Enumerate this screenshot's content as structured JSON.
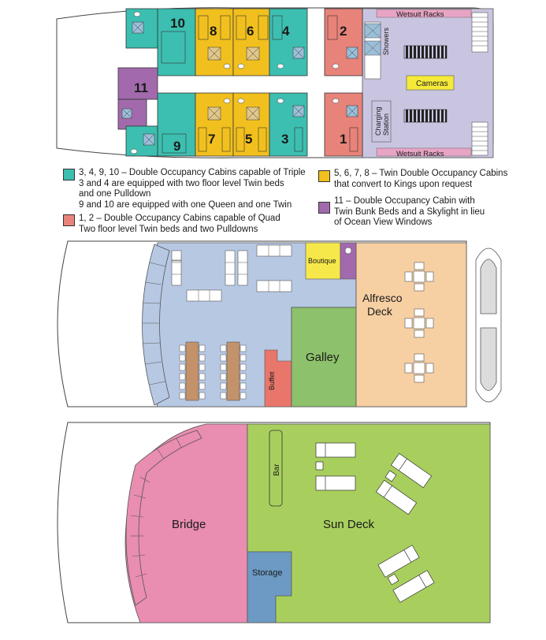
{
  "colors": {
    "teal": "#3cbfb0",
    "yellow": "#f2c01e",
    "coral": "#e8837a",
    "purple": "#a26aad",
    "lavender": "#c9c5e0",
    "light_blue": "#b7c8e3",
    "green": "#8ec16b",
    "peach": "#f6cfa3",
    "pink": "#e98db1",
    "lime": "#a8cf5e",
    "steel_blue": "#6d9ac4",
    "wood": "#c4926a",
    "boutique_yellow": "#f6e84a",
    "buffet_red": "#e8766b"
  },
  "lower_deck": {
    "cabins": {
      "c10": "10",
      "c8": "8",
      "c6": "6",
      "c4": "4",
      "c2": "2",
      "c11": "11",
      "c9": "9",
      "c7": "7",
      "c5": "5",
      "c3": "3",
      "c1": "1"
    },
    "labels": {
      "wetsuit_racks_top": "Wetsuit Racks",
      "wetsuit_racks_bottom": "Wetsuit Racks",
      "showers": "Showers",
      "cameras": "Cameras",
      "charging_station_line1": "Charging",
      "charging_station_line2": "Station"
    }
  },
  "legend": {
    "teal": {
      "line1": "3, 4, 9, 10 – Double Occupancy Cabins capable of  Triple",
      "line2": "3 and 4 are equipped with two floor level Twin beds",
      "line3": "and one Pulldown",
      "line4": "9 and 10 are equipped with one Queen and one Twin"
    },
    "coral": {
      "line1": "1, 2 – Double Occupancy Cabins capable of Quad",
      "line2": "Two floor level Twin beds and two Pulldowns"
    },
    "yellow": {
      "line1": "5, 6, 7, 8 – Twin Double Occupancy Cabins",
      "line2": "that convert to Kings upon request"
    },
    "purple": {
      "line1": "11 – Double Occupancy Cabin with",
      "line2": "Twin Bunk Beds and a Skylight in lieu",
      "line3": "of Ocean View Windows"
    }
  },
  "main_deck": {
    "boutique": "Boutique",
    "galley": "Galley",
    "buffet": "Buffet",
    "alfresco_line1": "Alfresco",
    "alfresco_line2": "Deck"
  },
  "upper_deck": {
    "bridge": "Bridge",
    "sun_deck": "Sun Deck",
    "bar": "Bar",
    "storage": "Storage"
  }
}
